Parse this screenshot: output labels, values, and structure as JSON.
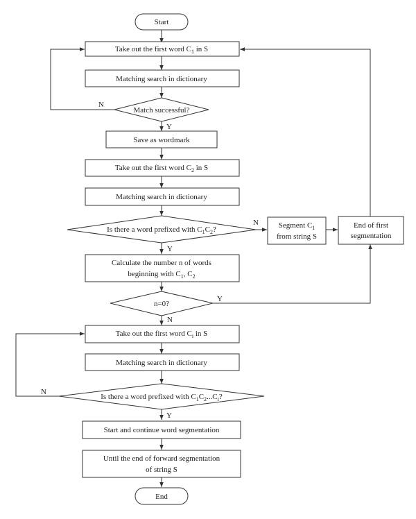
{
  "nodes": {
    "start": "Start",
    "take_c1": {
      "a": "Take out the first word C",
      "sub": "1",
      "b": " in S"
    },
    "match1": "Matching search in dictionary",
    "match_successful": "Match successful?",
    "save_wordmark": "Save as wordmark",
    "take_c2": {
      "a": "Take out the first word C",
      "sub": "2",
      "b": " in S"
    },
    "match2": "Matching search in dictionary",
    "prefix_c1c2": {
      "a": "Is there a word prefixed with C",
      "s1": "1",
      "m": "C",
      "s2": "2",
      "b": "?"
    },
    "segment_c1": {
      "a": "Segment C",
      "sub": "1",
      "line2": "from string S"
    },
    "end_first": {
      "line1": "End of first",
      "line2": "segmentation"
    },
    "calc_n": {
      "line1": "Calculate the number n of words",
      "a": "beginning with C",
      "s1": "1",
      "m": ", C",
      "s2": "2"
    },
    "n_zero": "n=0?",
    "take_ci": {
      "a": "Take out the first word C",
      "sub": "i",
      "b": " in S"
    },
    "match3": "Matching search in dictionary",
    "prefix_ci": {
      "a": "Is there a word prefixed with C",
      "s1": "1",
      "m1": "C",
      "s2": "2",
      "m2": "...C",
      "s3": "i",
      "b": "?"
    },
    "start_continue": "Start and continue word segmentation",
    "until_end": {
      "line1": "Until the end of forward segmentation",
      "line2": "of string S"
    },
    "end": "End"
  },
  "edge_labels": {
    "match_no": "N",
    "match_yes": "Y",
    "prefix_c1c2_no": "N",
    "prefix_c1c2_yes": "Y",
    "n_zero_yes": "Y",
    "n_zero_no": "N",
    "prefix_ci_no": "N",
    "prefix_ci_yes": "Y"
  }
}
